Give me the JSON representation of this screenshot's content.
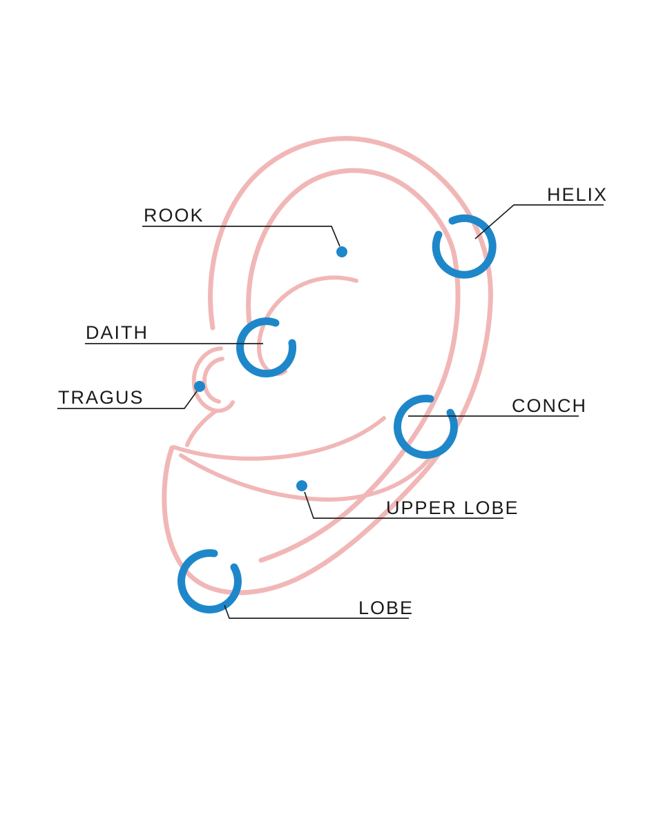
{
  "diagram": {
    "subject": "ear piercing locations",
    "colors": {
      "ear_outline": "#F1B7B7",
      "piercing": "#1E87C9",
      "label_text": "#1A1A1A",
      "leader_line": "#1F1F1F",
      "background": "#FFFFFF"
    },
    "labels": [
      {
        "id": "helix",
        "text": "HELIX",
        "marker": "ring"
      },
      {
        "id": "rook",
        "text": "ROOK",
        "marker": "dot"
      },
      {
        "id": "daith",
        "text": "DAITH",
        "marker": "ring"
      },
      {
        "id": "tragus",
        "text": "TRAGUS",
        "marker": "dot"
      },
      {
        "id": "conch",
        "text": "CONCH",
        "marker": "ring"
      },
      {
        "id": "upper_lobe",
        "text": "UPPER LOBE",
        "marker": "dot"
      },
      {
        "id": "lobe",
        "text": "LOBE",
        "marker": "ring"
      }
    ]
  }
}
